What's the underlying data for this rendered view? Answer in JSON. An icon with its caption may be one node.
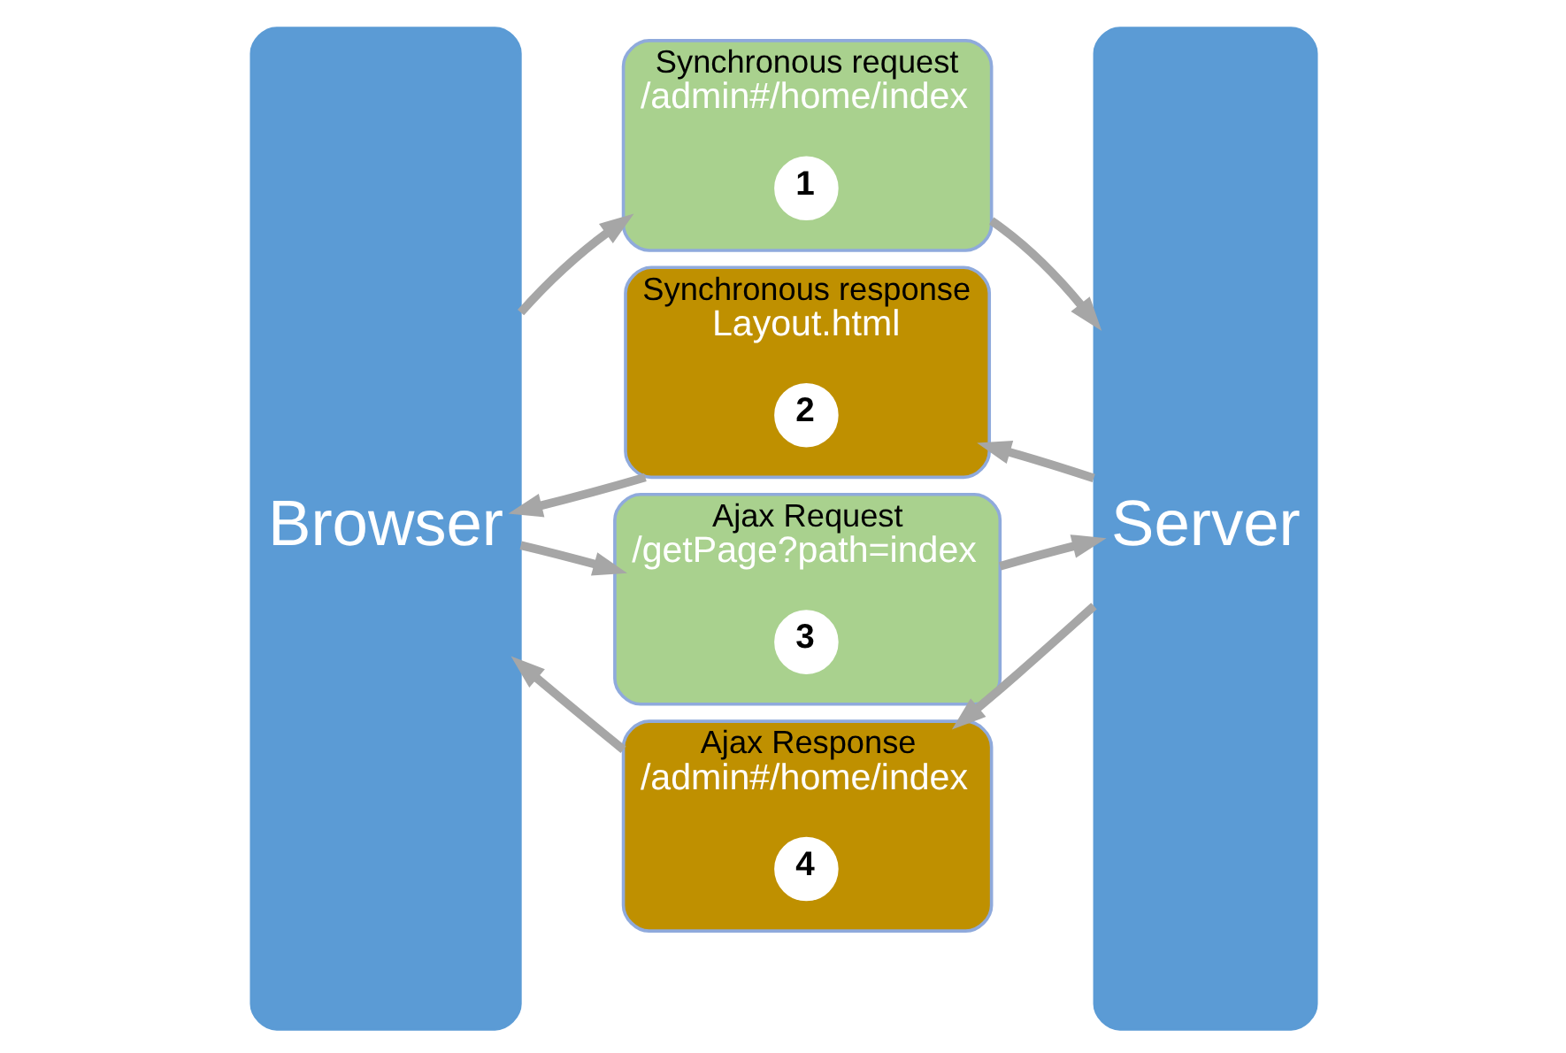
{
  "diagram": {
    "nodes": [
      {
        "text": [
          "Browser"
        ]
      },
      {
        "text": [
          "Server"
        ]
      },
      {
        "text": [
          "Synchronous request",
          "/admin#/home/index"
        ]
      },
      {
        "text": [
          "1"
        ],
        "in": 2
      },
      {
        "text": [
          "Synchronous response",
          "Layout.html"
        ]
      },
      {
        "text": [
          "2"
        ],
        "in": 4
      },
      {
        "text": [
          "Ajax Request",
          "/getPage?path=index"
        ]
      },
      {
        "text": [
          "3"
        ],
        "in": 6
      },
      {
        "text": [
          "Ajax Response",
          "/admin#/home/index"
        ]
      },
      {
        "text": [
          "4"
        ],
        "in": 8
      }
    ],
    "edges": [
      {
        "from": 0,
        "to": 2,
        "arrow": "to"
      },
      {
        "from": 2,
        "to": 1,
        "arrow": "to"
      },
      {
        "from": 1,
        "to": 4,
        "arrow": "to"
      },
      {
        "from": 4,
        "to": 0,
        "arrow": "to"
      },
      {
        "from": 0,
        "to": 6,
        "arrow": "to"
      },
      {
        "from": 6,
        "to": 1,
        "arrow": "to"
      },
      {
        "from": 1,
        "to": 8,
        "arrow": "to"
      },
      {
        "from": 8,
        "to": 0,
        "arrow": "to"
      }
    ]
  }
}
